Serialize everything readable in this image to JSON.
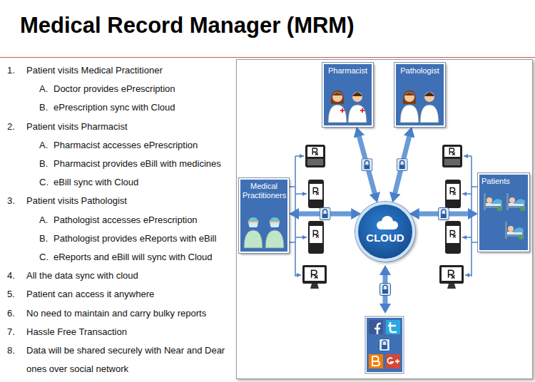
{
  "diagram": {
    "title": "Medical Record Manager (MRM)",
    "nodes": [
      {
        "text": [
          "Pharmacist"
        ]
      },
      {
        "text": [
          "Pathologist"
        ]
      },
      {
        "text": [
          "Medical Practitioners"
        ]
      },
      {
        "text": [
          "CLOUD"
        ]
      },
      {
        "text": [
          "Patients"
        ]
      }
    ],
    "edges": [
      {
        "from": 0,
        "to": 3,
        "arrow": "both"
      },
      {
        "from": 1,
        "to": 3,
        "arrow": "both"
      },
      {
        "from": 2,
        "to": 3,
        "arrow": "both"
      },
      {
        "from": 4,
        "to": 3,
        "arrow": "both"
      }
    ],
    "labels": [
      "1.",
      "Patient visits Medical Practitioner",
      "A.",
      "Doctor provides ePrescription",
      "B.",
      "ePrescription sync with Cloud",
      "2.",
      "Patient visits Pharmacist",
      "A.",
      "Pharmacist accesses ePrescription",
      "B.",
      "Pharmacist provides eBill with medicines",
      "C.",
      "eBill sync with Cloud",
      "3.",
      "Patient visits Pathologist",
      "A.",
      "Pathologist accesses ePrescription",
      "B.",
      "Pathologist provides eReports with eBill",
      "C.",
      "eReports and eBill will sync with Cloud",
      "4.",
      "All the data sync with cloud",
      "5.",
      "Patient can access it anywhere",
      "6.",
      "No need to maintain and carry bulky reports",
      "7.",
      "Hassle Free Transaction",
      "8.",
      "Data will be shared securely with Near and Dear ones over social network"
    ]
  }
}
